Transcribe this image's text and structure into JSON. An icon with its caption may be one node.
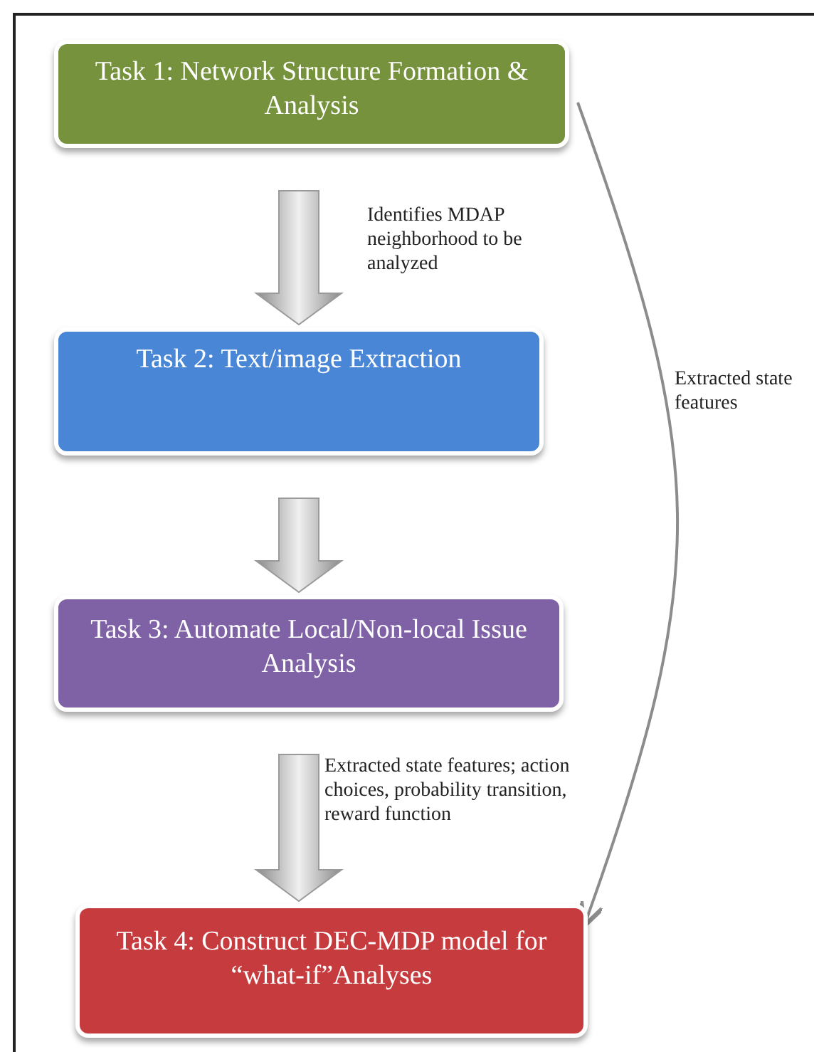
{
  "diagram": {
    "nodes": [
      {
        "text": [
          "Task 1: Network Structure Formation & Analysis"
        ]
      },
      {
        "text": [
          "Task 2: Text/image Extraction"
        ]
      },
      {
        "text": [
          "Task 3: Automate Local/Non-local Issue Analysis"
        ]
      },
      {
        "text": [
          "Task 4: Construct DEC-MDP model for  “what-if”Analyses"
        ]
      }
    ],
    "edges": [
      {
        "from": 0,
        "to": 1,
        "arrow": "to",
        "style": "thick",
        "label": "Identifies MDAP neighborhood to be analyzed"
      },
      {
        "from": 1,
        "to": 2,
        "arrow": "to",
        "style": "thick"
      },
      {
        "from": 2,
        "to": 3,
        "arrow": "to",
        "style": "thick",
        "label": "Extracted state features; action choices, probability transition, reward function"
      },
      {
        "from": 0,
        "to": 3,
        "arrow": "to",
        "label": "Extracted state features"
      }
    ]
  }
}
